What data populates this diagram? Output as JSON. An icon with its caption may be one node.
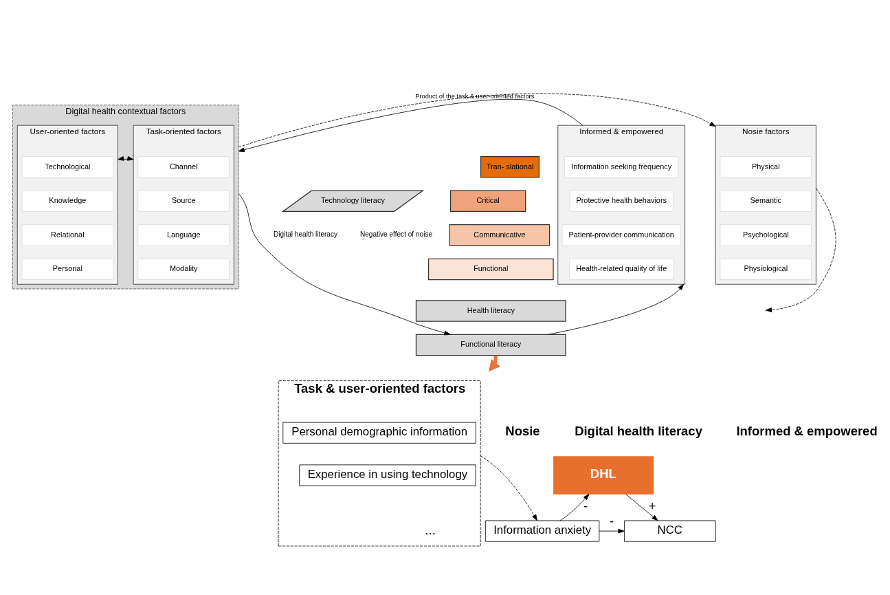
{
  "diagram": {
    "nodes": [
      {
        "text": [
          "Digital health contextual factors"
        ]
      },
      {
        "text": [
          "Task-oriented factors"
        ],
        "in": 0
      },
      {
        "text": [
          "Channel"
        ],
        "in": 1
      },
      {
        "text": [
          "Source"
        ],
        "in": 1
      },
      {
        "text": [
          "Language"
        ],
        "in": 1
      },
      {
        "text": [
          "Modality"
        ],
        "in": 1
      },
      {
        "text": [
          "User-oriented factors"
        ],
        "in": 0
      },
      {
        "text": [
          "Technological"
        ],
        "in": 6
      },
      {
        "text": [
          "Knowledge"
        ],
        "in": 6
      },
      {
        "text": [
          "Relational"
        ],
        "in": 6
      },
      {
        "text": [
          "Personal"
        ],
        "in": 6
      },
      {
        "text": [
          "Nosie factors"
        ]
      },
      {
        "text": [
          "Physical"
        ],
        "in": 11
      },
      {
        "text": [
          "Semantic"
        ],
        "in": 11
      },
      {
        "text": [
          "Psychological"
        ],
        "in": 11
      },
      {
        "text": [
          "Physiological"
        ],
        "in": 11
      },
      {
        "text": [
          "Technology literacy"
        ]
      },
      {
        "text": [
          "Tran- slational"
        ]
      },
      {
        "text": [
          "Critical"
        ]
      },
      {
        "text": [
          "Communicative"
        ]
      },
      {
        "text": [
          "Functional"
        ]
      },
      {
        "text": [
          "Health literacy"
        ]
      },
      {
        "text": [
          "Functional literacy"
        ]
      },
      {
        "text": [
          "Informed & empowered"
        ]
      },
      {
        "text": [
          "Information seeking frequency"
        ],
        "in": 23
      },
      {
        "text": [
          "Protective health behaviors"
        ],
        "in": 23
      },
      {
        "text": [
          "Patient-provider communication"
        ],
        "in": 23
      },
      {
        "text": [
          "Health-related quality of life"
        ],
        "in": 23
      },
      {
        "text": [
          "Task & user-oriented factors"
        ]
      },
      {
        "text": [
          "Personal demographic information"
        ],
        "in": 28
      },
      {
        "text": [
          "Experience in using technology"
        ],
        "in": 28
      },
      {
        "text": [
          "Information anxiety"
        ]
      },
      {
        "text": [
          "DHL"
        ]
      },
      {
        "text": [
          "NCC"
        ]
      }
    ],
    "edges": [
      {
        "from": 1,
        "to": 6,
        "arrow": "both"
      },
      {
        "from": 0,
        "to": 22,
        "arrow": "to"
      },
      {
        "from": 11,
        "to": null,
        "arrow": "to",
        "style": "dashed"
      },
      {
        "from": 0,
        "to": 11,
        "arrow": "to",
        "style": "dashed",
        "label": "Product of the task & user-oriented factors"
      },
      {
        "from": 22,
        "to": 23,
        "arrow": "to"
      },
      {
        "from": 23,
        "to": 0,
        "arrow": "to"
      },
      {
        "from": 22,
        "to": null,
        "arrow": "to",
        "style": "thick",
        "color": "#e8733a"
      },
      {
        "from": 28,
        "to": 31,
        "arrow": "to",
        "style": "dashed"
      },
      {
        "from": 31,
        "to": 32,
        "arrow": "to",
        "label": "-"
      },
      {
        "from": 32,
        "to": 33,
        "arrow": "to",
        "label": "+"
      },
      {
        "from": 31,
        "to": 33,
        "arrow": "to",
        "label": "-"
      }
    ],
    "labels": [
      "Digital health literacy",
      "Negative effect of noise",
      "Nosie",
      "Digital health literacy",
      "Informed & empowered",
      "..."
    ]
  }
}
